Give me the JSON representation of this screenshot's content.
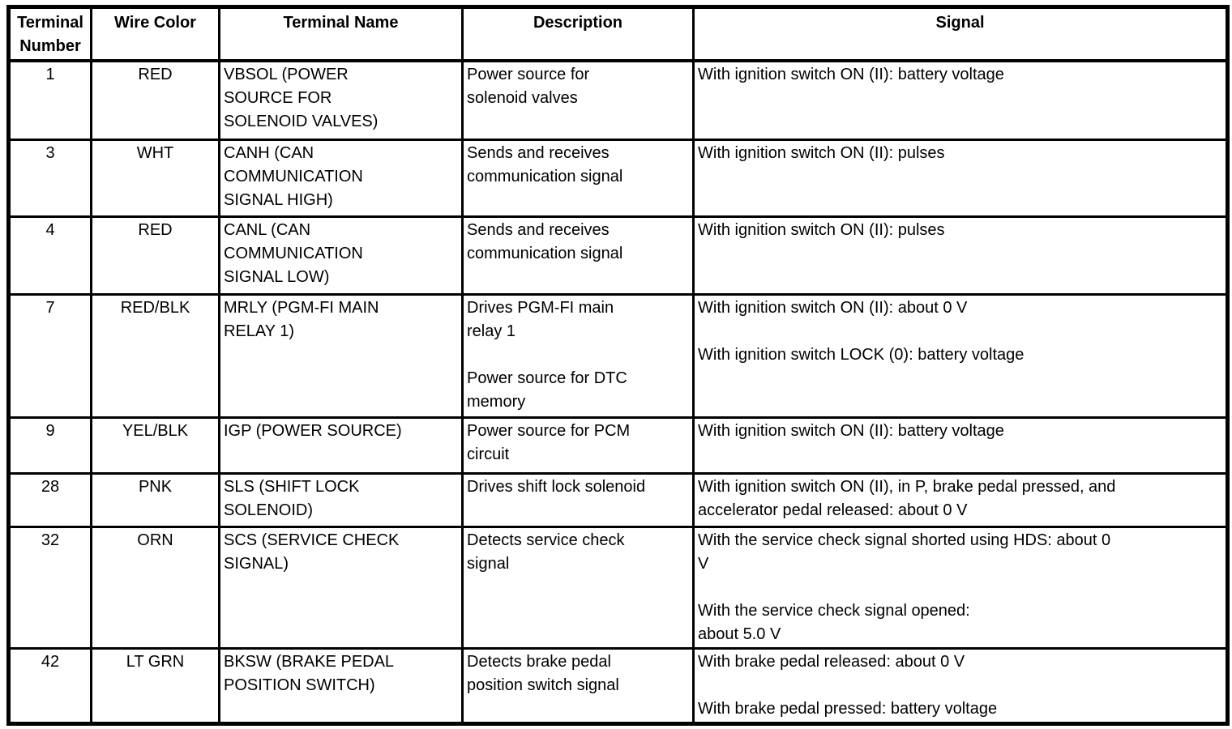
{
  "colors": {
    "border": "#000000",
    "background": "#ffffff",
    "text": "#000000"
  },
  "table": {
    "columns": [
      {
        "label": "Terminal\nNumber"
      },
      {
        "label": "Wire Color"
      },
      {
        "label": "Terminal Name"
      },
      {
        "label": "Description"
      },
      {
        "label": "Signal"
      }
    ],
    "rows": [
      {
        "terminal_number": "1",
        "wire_color": "RED",
        "terminal_name": "VBSOL (POWER\nSOURCE FOR\nSOLENOID VALVES)",
        "description": "Power source for\nsolenoid valves",
        "signal": "With ignition switch ON (II): battery voltage"
      },
      {
        "terminal_number": "3",
        "wire_color": "WHT",
        "terminal_name": "CANH (CAN\nCOMMUNICATION\nSIGNAL HIGH)",
        "description": "Sends and receives\ncommunication signal",
        "signal": "With ignition switch ON (II): pulses"
      },
      {
        "terminal_number": "4",
        "wire_color": "RED",
        "terminal_name": "CANL (CAN\nCOMMUNICATION\nSIGNAL LOW)",
        "description": "Sends and receives\ncommunication signal",
        "signal": "With ignition switch ON (II): pulses"
      },
      {
        "terminal_number": "7",
        "wire_color": "RED/BLK",
        "terminal_name": "MRLY (PGM-FI MAIN\nRELAY 1)",
        "description": "Drives PGM-FI main\nrelay 1\n\nPower source for DTC\nmemory",
        "signal": "With ignition switch ON (II): about 0 V\n\nWith ignition switch LOCK (0): battery voltage"
      },
      {
        "terminal_number": "9",
        "wire_color": "YEL/BLK",
        "terminal_name": "IGP (POWER SOURCE)",
        "description": "Power source for PCM\ncircuit",
        "signal": "With ignition switch ON (II): battery voltage"
      },
      {
        "terminal_number": "28",
        "wire_color": "PNK",
        "terminal_name": "SLS (SHIFT LOCK\nSOLENOID)",
        "description": "Drives shift lock solenoid",
        "signal": "With ignition switch ON (II), in P, brake pedal pressed, and\naccelerator pedal released: about 0 V"
      },
      {
        "terminal_number": "32",
        "wire_color": "ORN",
        "terminal_name": "SCS (SERVICE CHECK\nSIGNAL)",
        "description": "Detects service check\nsignal",
        "signal": "With the service check signal shorted using HDS: about 0\nV\n\nWith the service check signal opened:\nabout 5.0 V"
      },
      {
        "terminal_number": "42",
        "wire_color": "LT GRN",
        "terminal_name": "BKSW (BRAKE PEDAL\nPOSITION SWITCH)",
        "description": "Detects brake pedal\nposition switch signal",
        "signal": "With brake pedal released: about 0 V\n\nWith brake pedal pressed: battery voltage"
      }
    ]
  }
}
